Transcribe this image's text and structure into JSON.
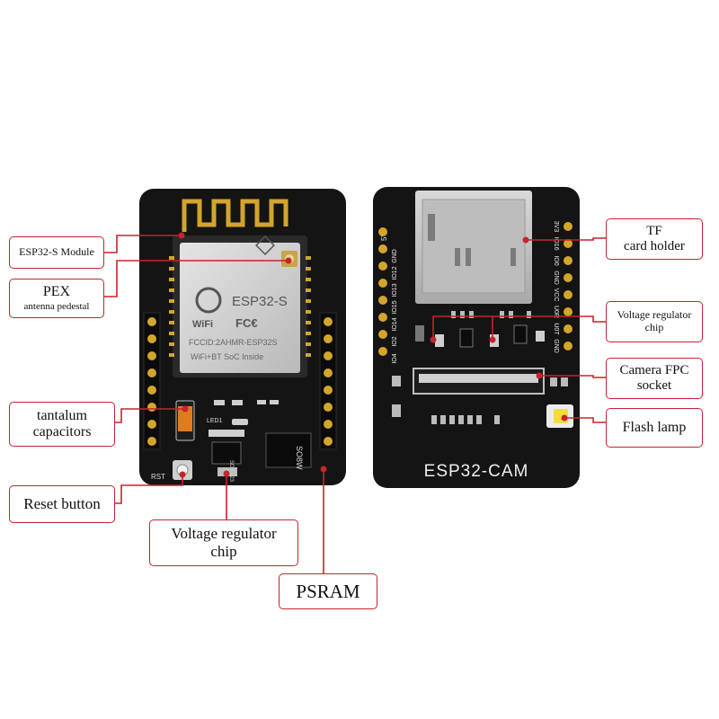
{
  "labels": {
    "esp32_module": "ESP32-S Module",
    "pex_line1": "PEX",
    "pex_line2": "antenna pedestal",
    "tantalum_line1": "tantalum",
    "tantalum_line2": "capacitors",
    "reset_button": "Reset button",
    "vreg_front_line1": "Voltage regulator",
    "vreg_front_line2": "chip",
    "psram": "PSRAM",
    "tf_line1": "TF",
    "tf_line2": "card holder",
    "vreg_back_line1": "Voltage regulator",
    "vreg_back_line2": "chip",
    "fpc_line1": "Camera FPC",
    "fpc_line2": "socket",
    "flash_lamp": "Flash lamp"
  },
  "board_text": {
    "module_name": "ESP32-S",
    "wifi": "WiFi",
    "fcc": "FC€",
    "module_id": "FCCID:2AHMR-ESP32S",
    "module_desc": "WiFi+BT SoC Inside",
    "led": "LED1",
    "rst": "RST",
    "sot": "SOT-223",
    "psram_chip": "SO8W",
    "board_name": "ESP32-CAM",
    "pins_left": [
      "GND",
      "IO12",
      "IO13",
      "IO15",
      "IO14",
      "IO2",
      "IO4"
    ],
    "pins_right": [
      "3V3",
      "IO16",
      "IO0",
      "GND",
      "VCC",
      "U0R",
      "U0T",
      "GND"
    ],
    "pin_5v": "5V"
  },
  "colors": {
    "accent_red": "#c8232c",
    "pcb_black": "#141414",
    "gold": "#d4a52b",
    "tantalum_orange": "#e07b1e",
    "flash_yellow": "#f5dc3c"
  }
}
